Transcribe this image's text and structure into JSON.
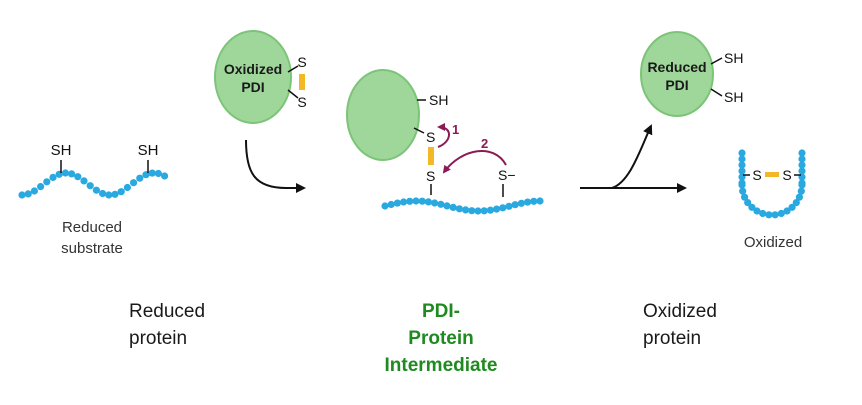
{
  "colors": {
    "enzyme_fill": "#9fd69a",
    "enzyme_stroke": "#7cc478",
    "bead": "#29a9e0",
    "disulfide": "#f2b825",
    "electron_arrow": "#8b1a55",
    "highlight_text": "#1f8a1f"
  },
  "diagram": {
    "substrate": {
      "sh_left": "SH",
      "sh_right": "SH",
      "label_line1": "Reduced",
      "label_line2": "substrate"
    },
    "oxidized_pdi": {
      "line1": "Oxidized",
      "line2": "PDI",
      "s_top": "S",
      "s_bottom": "S"
    },
    "intermediate": {
      "sh": "SH",
      "s_upper": "S",
      "s_lower": "S",
      "s_minus": "S−",
      "step1": "1",
      "step2": "2"
    },
    "reduced_pdi": {
      "line1": "Reduced",
      "line2": "PDI",
      "sh_top": "SH",
      "sh_bottom": "SH"
    },
    "oxidized_product": {
      "s_left": "S",
      "s_right": "S",
      "label": "Oxidized"
    }
  },
  "captions": {
    "reduced": {
      "line1": "Reduced",
      "line2": "protein"
    },
    "intermediate": {
      "line1": "PDI-",
      "line2": "Protein",
      "line3": "Intermediate"
    },
    "oxidized": {
      "line1": "Oxidized",
      "line2": "protein"
    }
  }
}
